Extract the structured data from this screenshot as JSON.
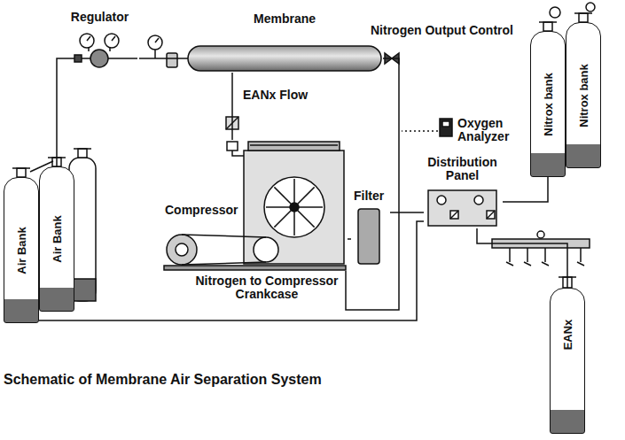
{
  "diagram": {
    "caption": "Schematic of Membrane Air Separation System",
    "nodes": [
      {
        "text": [
          "Regulator"
        ]
      },
      {
        "text": [
          "Membrane"
        ]
      },
      {
        "text": [
          "Oxygen Analyzer"
        ]
      },
      {
        "text": [
          "Air Bank"
        ]
      },
      {
        "text": [
          "Air Bank"
        ]
      },
      {
        "text": [
          "Compressor"
        ]
      },
      {
        "text": [
          "Filter"
        ]
      },
      {
        "text": [
          "Distribution Panel"
        ]
      },
      {
        "text": [
          "Nitrox bank"
        ]
      },
      {
        "text": [
          "Nitrox bank"
        ]
      },
      {
        "text": [
          "EANx"
        ]
      }
    ],
    "edges": [
      {
        "from": 4,
        "to": 0,
        "arrow": "none"
      },
      {
        "from": 0,
        "to": 1,
        "arrow": "none"
      },
      {
        "from": 1,
        "to": 5,
        "label": "EANx Flow",
        "arrow": "none"
      },
      {
        "from": 1,
        "to": 5,
        "label": "Nitrogen to Compressor Crankcase",
        "arrow": "none"
      },
      {
        "from": 5,
        "to": 6,
        "arrow": "none"
      },
      {
        "from": 6,
        "to": 7,
        "arrow": "none"
      },
      {
        "from": 7,
        "to": 8,
        "arrow": "none"
      },
      {
        "from": 7,
        "to": 10,
        "arrow": "none"
      },
      {
        "from": 7,
        "to": 3,
        "arrow": "none"
      }
    ],
    "labels": [
      "Nitrogen Output Control"
    ]
  }
}
